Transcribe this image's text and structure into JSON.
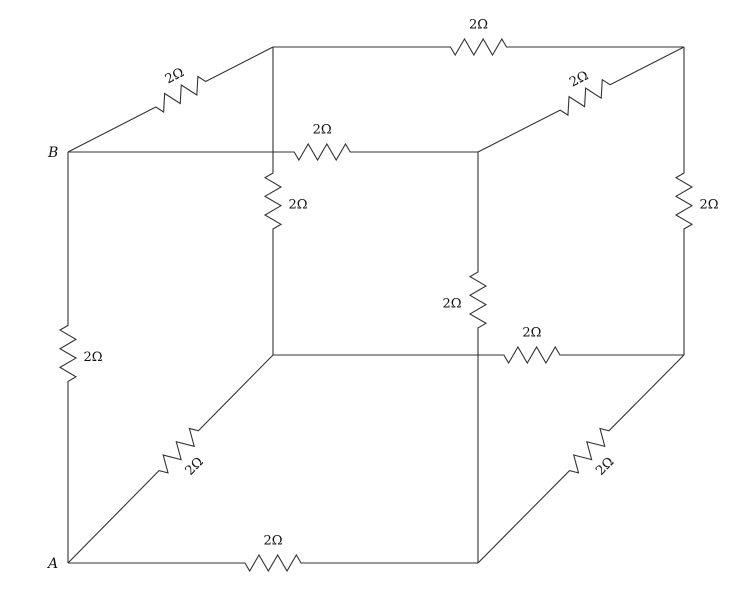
{
  "diagram": {
    "nodes": {
      "A": "A",
      "B": "B"
    },
    "resistors": [
      {
        "id": "top-back",
        "value": "2Ω"
      },
      {
        "id": "top-left-depth",
        "value": "2Ω"
      },
      {
        "id": "top-front",
        "value": "2Ω"
      },
      {
        "id": "top-right-depth",
        "value": "2Ω"
      },
      {
        "id": "back-left-vertical",
        "value": "2Ω"
      },
      {
        "id": "back-right-vertical",
        "value": "2Ω"
      },
      {
        "id": "front-right-vertical",
        "value": "2Ω"
      },
      {
        "id": "front-left-vertical",
        "value": "2Ω"
      },
      {
        "id": "bottom-back",
        "value": "2Ω"
      },
      {
        "id": "bottom-left-depth",
        "value": "2Ω"
      },
      {
        "id": "bottom-right-depth",
        "value": "2Ω"
      },
      {
        "id": "bottom-front",
        "value": "2Ω"
      }
    ]
  }
}
